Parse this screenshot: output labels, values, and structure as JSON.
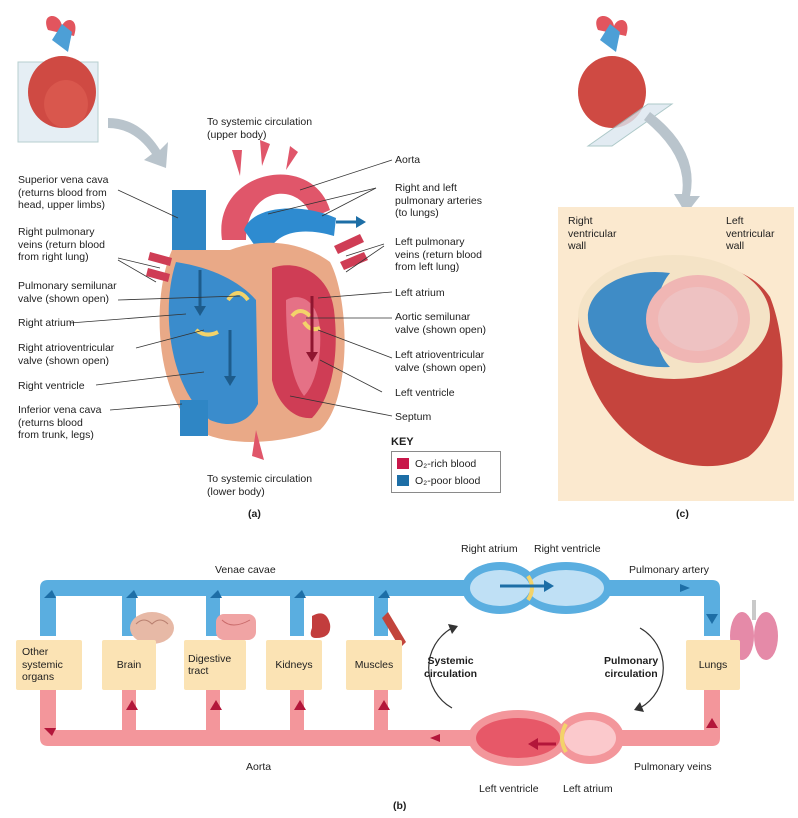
{
  "panel_a": {
    "caption": "(a)",
    "labels": {
      "to_systemic_upper": "To systemic circulation\n(upper body)",
      "aorta": "Aorta",
      "pulmonary_arteries": "Right and left\npulmonary arteries\n(to lungs)",
      "left_pulmonary_veins": "Left pulmonary\nveins (return blood\nfrom left lung)",
      "left_atrium": "Left atrium",
      "aortic_valve": "Aortic semilunar\nvalve (shown open)",
      "left_av_valve": "Left atrioventricular\nvalve (shown open)",
      "left_ventricle": "Left ventricle",
      "septum": "Septum",
      "superior_vena_cava": "Superior vena cava\n(returns blood from\nhead, upper limbs)",
      "right_pulmonary_veins": "Right pulmonary\nveins (return blood\nfrom right lung)",
      "pulmonary_valve": "Pulmonary semilunar\nvalve (shown open)",
      "right_atrium": "Right atrium",
      "right_av_valve": "Right atrioventricular\nvalve (shown open)",
      "right_ventricle": "Right ventricle",
      "inferior_vena_cava": "Inferior vena cava\n(returns blood\nfrom trunk, legs)",
      "to_systemic_lower": "To systemic circulation\n(lower body)"
    },
    "key": {
      "title": "KEY",
      "rich": "O₂-rich blood",
      "poor": "O₂-poor blood",
      "rich_color": "#c8174a",
      "poor_color": "#1d6ea6"
    }
  },
  "panel_c": {
    "caption": "(c)",
    "right_wall": "Right\nventricular\nwall",
    "left_wall": "Left\nventricular\nwall"
  },
  "panel_b": {
    "caption": "(b)",
    "labels": {
      "right_atrium": "Right atrium",
      "right_ventricle": "Right ventricle",
      "venae_cavae": "Venae cavae",
      "pulmonary_artery": "Pulmonary artery",
      "aorta": "Aorta",
      "pulmonary_veins": "Pulmonary veins",
      "left_ventricle": "Left ventricle",
      "left_atrium": "Left atrium",
      "systemic": "Systemic\ncirculation",
      "pulmonary": "Pulmonary\ncirculation"
    },
    "organs": [
      "Other\nsystemic\norgans",
      "Brain",
      "Digestive\ntract",
      "Kidneys",
      "Muscles",
      "Lungs"
    ],
    "colors": {
      "blue_vessel": "#5aaee0",
      "red_vessel": "#f3969b",
      "organ_box": "#fbe3b4"
    }
  }
}
